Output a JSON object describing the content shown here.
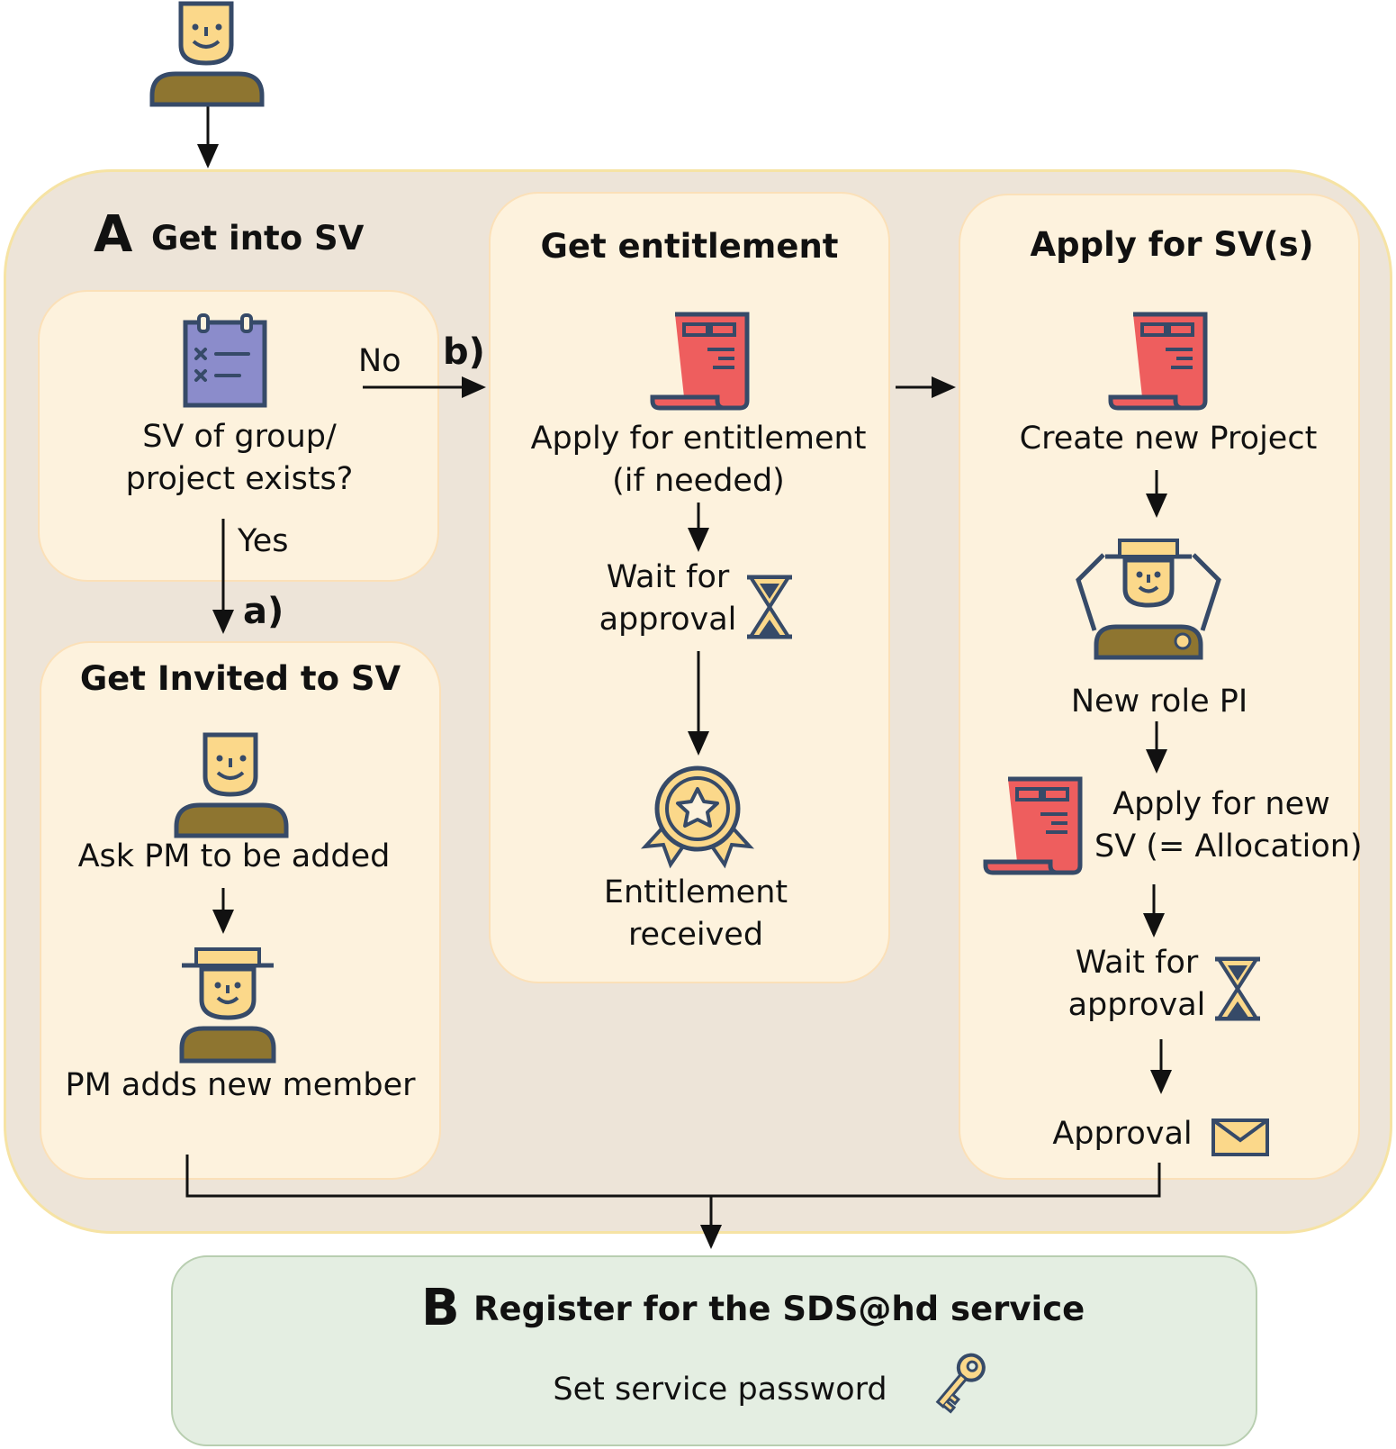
{
  "section_a": {
    "letter": "A",
    "title": "Get into SV"
  },
  "decision": {
    "question": "SV of group/ project exists?",
    "line1": "SV of group/",
    "line2": "project exists?",
    "yes": "Yes",
    "no": "No",
    "branch_a": "a)",
    "branch_b": "b)"
  },
  "invited": {
    "title": "Get Invited to SV",
    "step1": "Ask PM to be added",
    "step2": "PM adds new member"
  },
  "entitlement": {
    "title": "Get entitlement",
    "step1_line1": "Apply for entitlement",
    "step1_line2": "(if needed)",
    "wait_line1": "Wait for",
    "wait_line2": "approval",
    "result_line1": "Entitlement",
    "result_line2": "received"
  },
  "apply": {
    "title": "Apply for SV(s)",
    "step1": "Create new Project",
    "step2": "New role PI",
    "step3_line1": "Apply for new",
    "step3_line2": "SV (= Allocation)",
    "wait_line1": "Wait for",
    "wait_line2": "approval",
    "result": "Approval"
  },
  "section_b": {
    "letter": "B",
    "title": "Register for the SDS@hd service",
    "step": "Set service password"
  },
  "colors": {
    "outer_bg": "#ede4d8",
    "outer_border": "#f6e3a4",
    "panel_bg": "#fdf2dd",
    "panel_border": "#fbe0b8",
    "b_bg": "#e4eee2",
    "b_border": "#b8ceb0",
    "doc_red": "#ee5e5e",
    "skin": "#fbd88a",
    "body_olive": "#8e7530",
    "outline": "#364a68",
    "clipboard": "#8b8ccb"
  },
  "icons": [
    "person-icon",
    "clipboard-icon",
    "document-icon",
    "hourglass-icon",
    "medal-icon",
    "pi-person-icon",
    "manager-icon",
    "envelope-icon",
    "key-icon"
  ]
}
